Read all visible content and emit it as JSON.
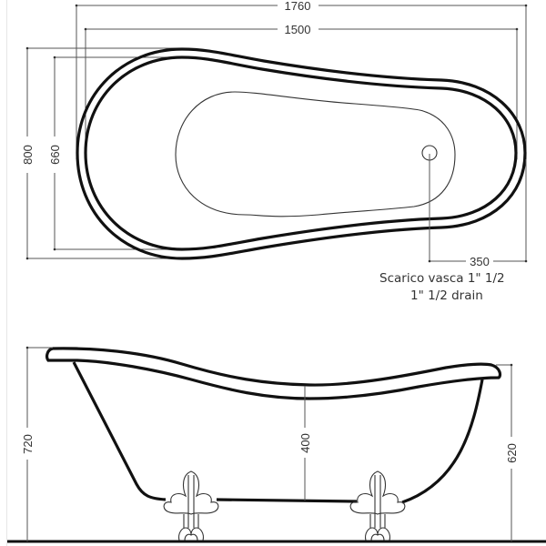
{
  "drawing": {
    "top_view": {
      "dimensions": {
        "overall_length": "1760",
        "inner_length": "1500",
        "overall_width": "800",
        "inner_width": "660",
        "drain_offset": "350"
      },
      "drain_note": {
        "line1": "Scarico vasca 1\" 1/2",
        "line2": "1\" 1/2  drain"
      }
    },
    "side_view": {
      "dimensions": {
        "height_high_end": "720",
        "inner_depth": "400",
        "height_low_end": "620"
      },
      "feet": [
        "claw-foot-left",
        "claw-foot-right"
      ]
    },
    "colors": {
      "line": "#111111",
      "dimension_line": "#555555",
      "text": "#333333",
      "background": "#ffffff"
    }
  }
}
